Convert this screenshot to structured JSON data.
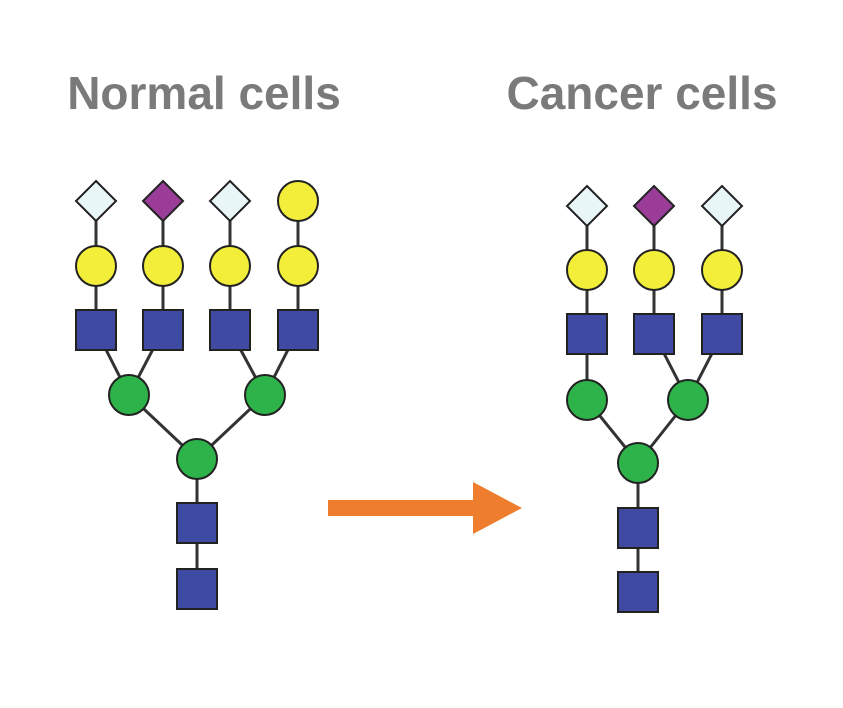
{
  "titles": {
    "normal": "Normal cells",
    "cancer": "Cancer cells"
  },
  "colors": {
    "title_text": "#7a7a7a",
    "glcnac_square": "#3f4aa3",
    "mannose_circle": "#2eb34a",
    "galactose_circle": "#f2ee3a",
    "neuac_diamond": "#9b3c99",
    "neugc_diamond": "#e9f6f8",
    "arrow": "#ee7d2d"
  },
  "glycans": {
    "normal": {
      "branches": 4,
      "antenna_terminals": [
        "light-diamond",
        "purple-diamond",
        "light-diamond",
        "yellow-circle"
      ]
    },
    "cancer": {
      "branches": 3,
      "antenna_terminals": [
        "light-diamond",
        "purple-diamond",
        "light-diamond"
      ]
    }
  },
  "arrow": {
    "direction": "right"
  }
}
